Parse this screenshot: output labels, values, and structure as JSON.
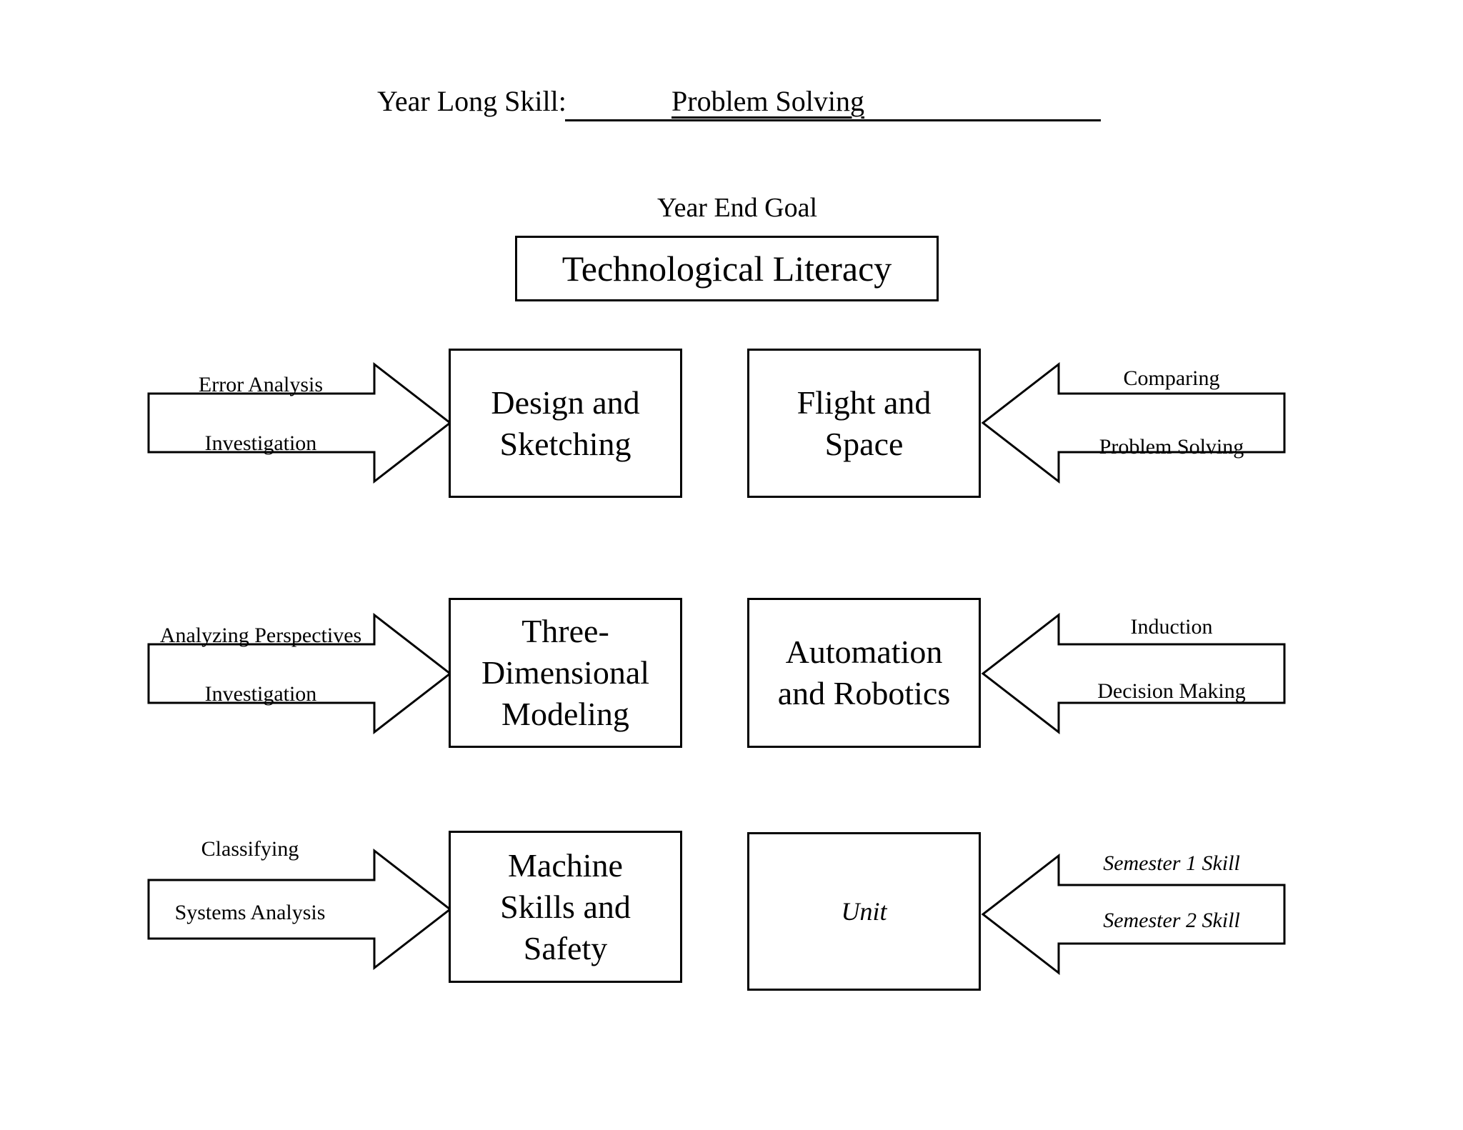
{
  "colors": {
    "ink": "#000000",
    "paper": "#ffffff"
  },
  "header": {
    "label": "Year Long Skill:",
    "value": "Problem Solving"
  },
  "goal": {
    "caption": "Year End Goal",
    "title": "Technological Literacy"
  },
  "rows": [
    {
      "left_arrow": {
        "top": "Error Analysis",
        "bottom": "Investigation"
      },
      "left_box": "Design and\nSketching",
      "right_box": "Flight and\nSpace",
      "right_arrow": {
        "top": "Comparing",
        "bottom": "Problem Solving"
      }
    },
    {
      "left_arrow": {
        "top": "Analyzing Perspectives",
        "bottom": "Investigation"
      },
      "left_box": "Three-\nDimensional\nModeling",
      "right_box": "Automation\nand Robotics",
      "right_arrow": {
        "top": "Induction",
        "bottom": "Decision Making"
      }
    },
    {
      "left_arrow": {
        "top": "Classifying",
        "bottom": "Systems Analysis"
      },
      "left_box": "Machine\nSkills and\nSafety",
      "right_box": "Unit",
      "right_arrow": {
        "top": "Semester 1 Skill",
        "bottom": "Semester 2 Skill"
      }
    }
  ]
}
